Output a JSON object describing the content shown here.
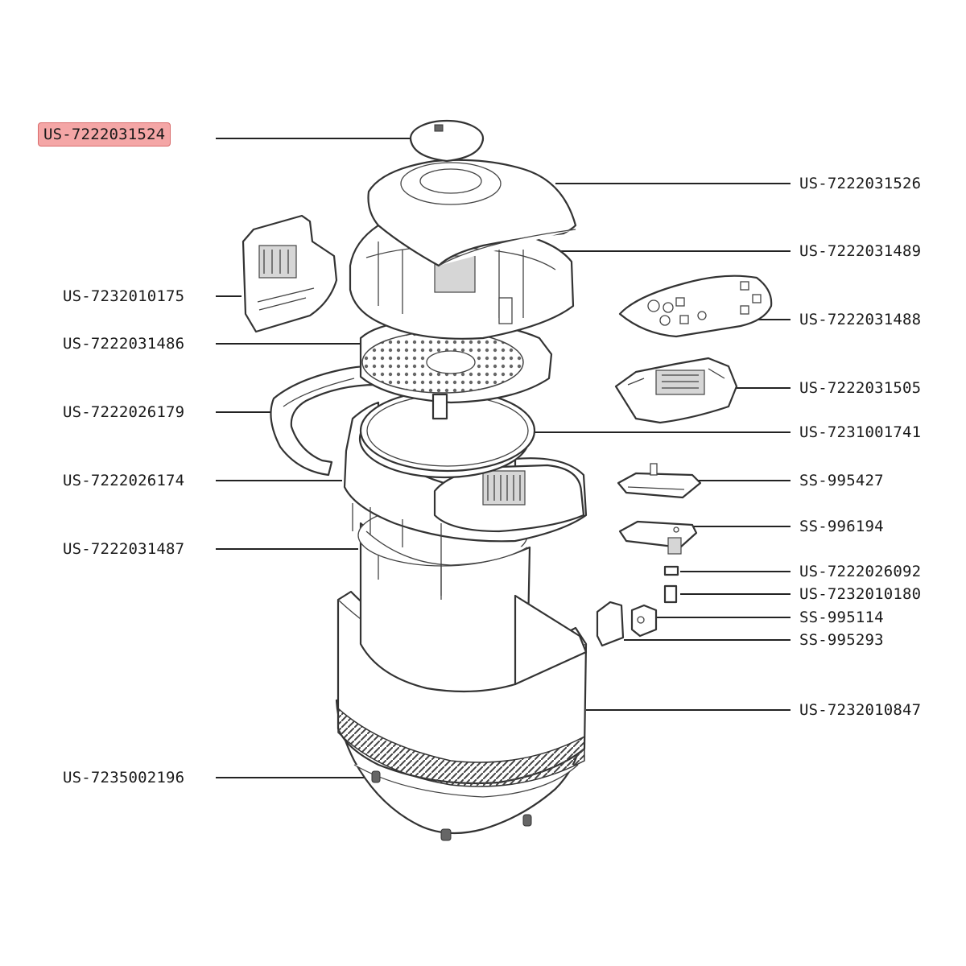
{
  "highlight_color": "#f4a6a6",
  "selected_part": "US-7222031524",
  "labels_left": [
    "US-7222031524",
    "US-7232010175",
    "US-7222031486",
    "US-7222026179",
    "US-7222026174",
    "US-7222031487",
    "US-7235002196"
  ],
  "labels_right": [
    "US-7222031526",
    "US-7222031489",
    "US-7222031488",
    "US-7222031505",
    "US-7231001741",
    "SS-995427",
    "SS-996194",
    "US-7222026092",
    "US-7232010180",
    "SS-995114",
    "SS-995293",
    "US-7232010847"
  ]
}
